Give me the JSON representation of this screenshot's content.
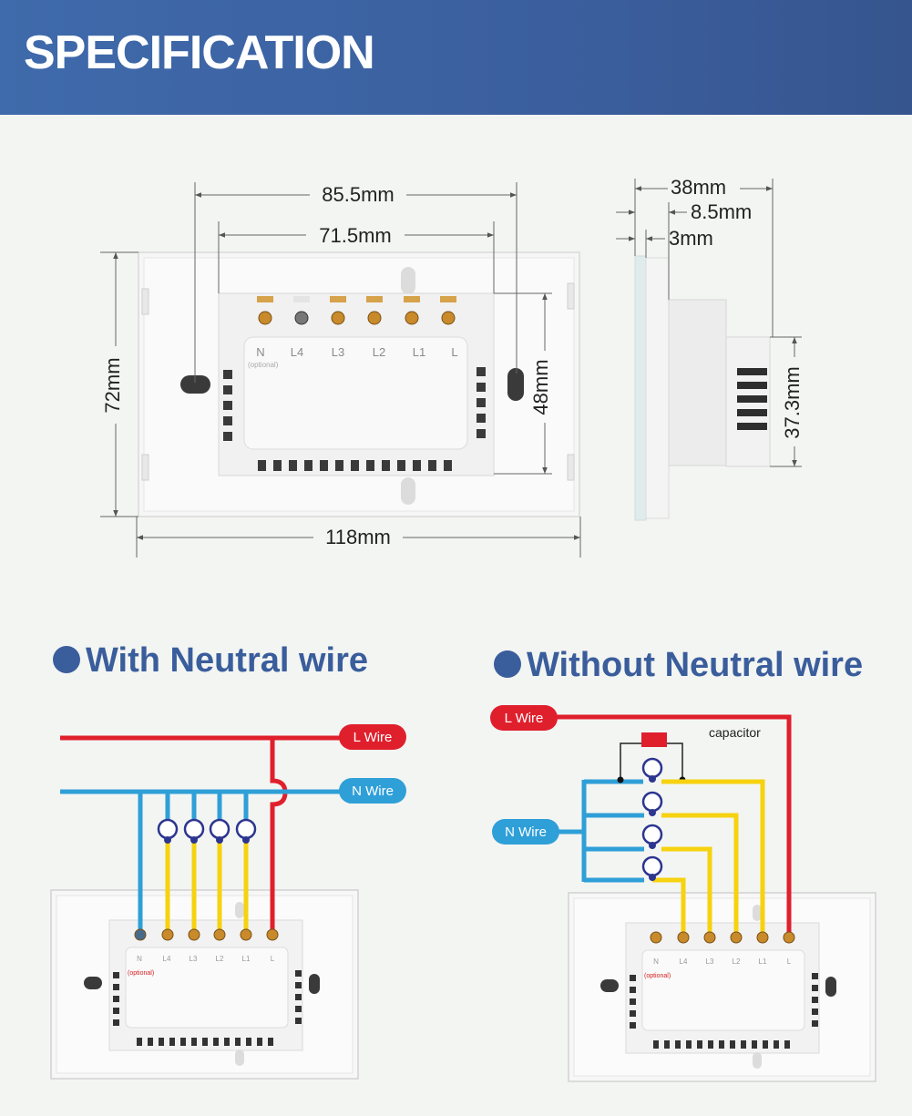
{
  "header": {
    "title": "SPECIFICATION"
  },
  "dimensions": {
    "width_118": "118mm",
    "mount_85_5": "85.5mm",
    "body_71_5": "71.5mm",
    "height_72": "72mm",
    "body_48": "48mm",
    "depth_38": "38mm",
    "depth_8_5": "8.5mm",
    "depth_3": "3mm",
    "height_37_3": "37.3mm"
  },
  "terminals": [
    "N",
    "L4",
    "L3",
    "L2",
    "L1",
    "L"
  ],
  "optional_note": "(optional)",
  "sections": {
    "with_neutral": "With Neutral wire",
    "without_neutral": "Without Neutral wire"
  },
  "wires": {
    "l_wire": "L Wire",
    "n_wire": "N Wire",
    "capacitor": "capacitor"
  },
  "colors": {
    "header_bg": "#3f6aab",
    "title_blue": "#3a5d9c",
    "live_red": "#e01f2d",
    "neutral_blue": "#2f9fd8",
    "load_yellow": "#f6d20f",
    "bulb_navy": "#2c3590"
  }
}
